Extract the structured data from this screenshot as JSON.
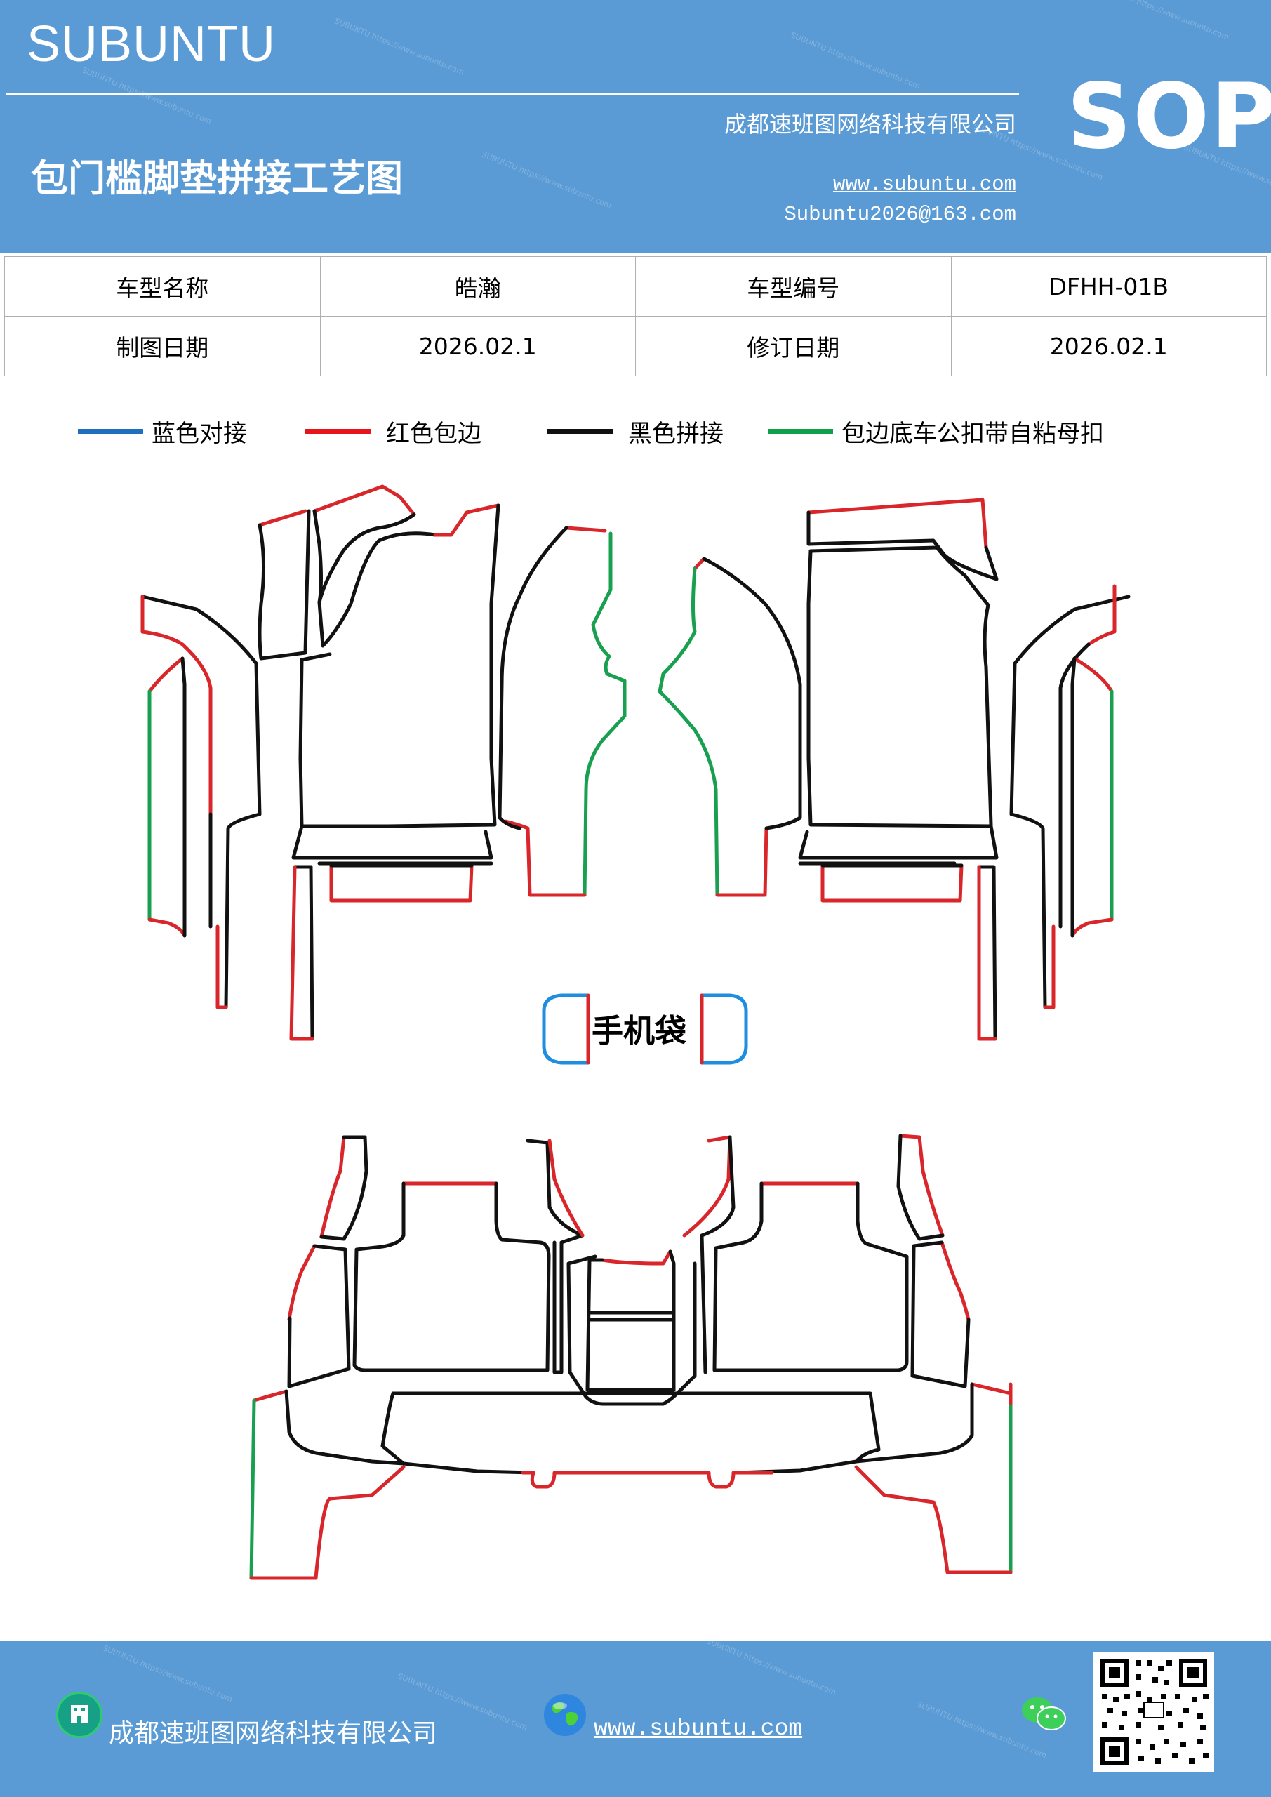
{
  "header": {
    "brand": "SUBUNTU",
    "doc_type": "SOP",
    "title": "包门槛脚垫拼接工艺图",
    "company": "成都速班图网络科技有限公司",
    "website": "www.subuntu.com",
    "email": "Subuntu2026@163.com",
    "colors": {
      "band": "#5b9bd5",
      "text": "#ffffff"
    }
  },
  "info_table": {
    "rows": [
      [
        "车型名称",
        "皓瀚",
        "车型编号",
        "DFHH-01B"
      ],
      [
        "制图日期",
        "2026.02.1",
        "修订日期",
        "2026.02.1"
      ]
    ]
  },
  "legend": [
    {
      "color": "#1f6fbf",
      "label": "蓝色对接"
    },
    {
      "color": "#e8141b",
      "label": "红色包边"
    },
    {
      "color": "#111111",
      "label": "黑色拼接"
    },
    {
      "color": "#10a04a",
      "label": "包边底车公扣带自粘母扣"
    }
  ],
  "diagram": {
    "pocket_label": "手机袋",
    "colors": {
      "blue": "#1f8ee0",
      "red": "#d9262b",
      "black": "#111111",
      "green": "#18a050"
    }
  },
  "footer": {
    "company": "成都速班图网络科技有限公司",
    "website": "www.subuntu.com",
    "icons": [
      "building-icon",
      "globe-icon",
      "wechat-icon",
      "qr-code"
    ]
  }
}
